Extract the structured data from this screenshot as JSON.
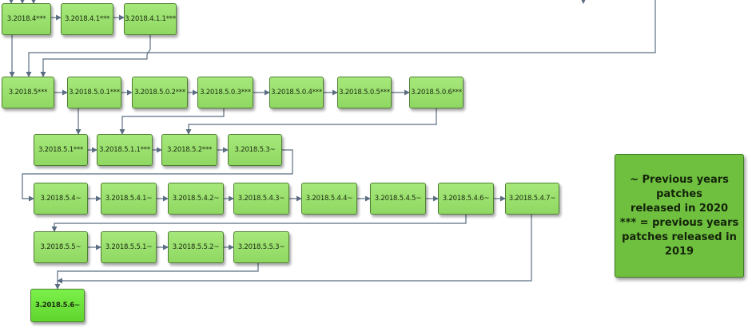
{
  "nodes": [
    "3.2018.4***",
    "3.2018.4.1***",
    "3.2018.4.1.1***",
    "3.2018.5***",
    "3.2018.5.0.1***",
    "3.2018.5.0.2***",
    "3.2018.5.0.3***",
    "3.2018.5.0.4***",
    "3.2018.5.0.5***",
    "3.2018.5.0.6***",
    "3.2018.5.1***",
    "3.2018.5.1.1***",
    "3.2018.5.2***",
    "3.2018.5.3~",
    "3.2018.5.4~",
    "3.2018.5.4.1~",
    "3.2018.5.4.2~",
    "3.2018.5.4.3~",
    "3.2018.5.4.4~",
    "3.2018.5.4.5~",
    "3.2018.5.4.6~",
    "3.2018.5.4.7~",
    "3.2018.5.5~",
    "3.2018.5.5.1~",
    "3.2018.5.5.2~",
    "3.2018.5.5.3~",
    "3.2018.5.6~"
  ],
  "legend": {
    "line1": "~ Previous years patches",
    "line2": "released in 2020",
    "line3": "*** = previous years",
    "line4": "patches released in 2019"
  },
  "colors": {
    "node": "#98dd6c",
    "current_node": "#6be63a",
    "legend": "#6fc03f",
    "connector": "#5a6d82"
  }
}
